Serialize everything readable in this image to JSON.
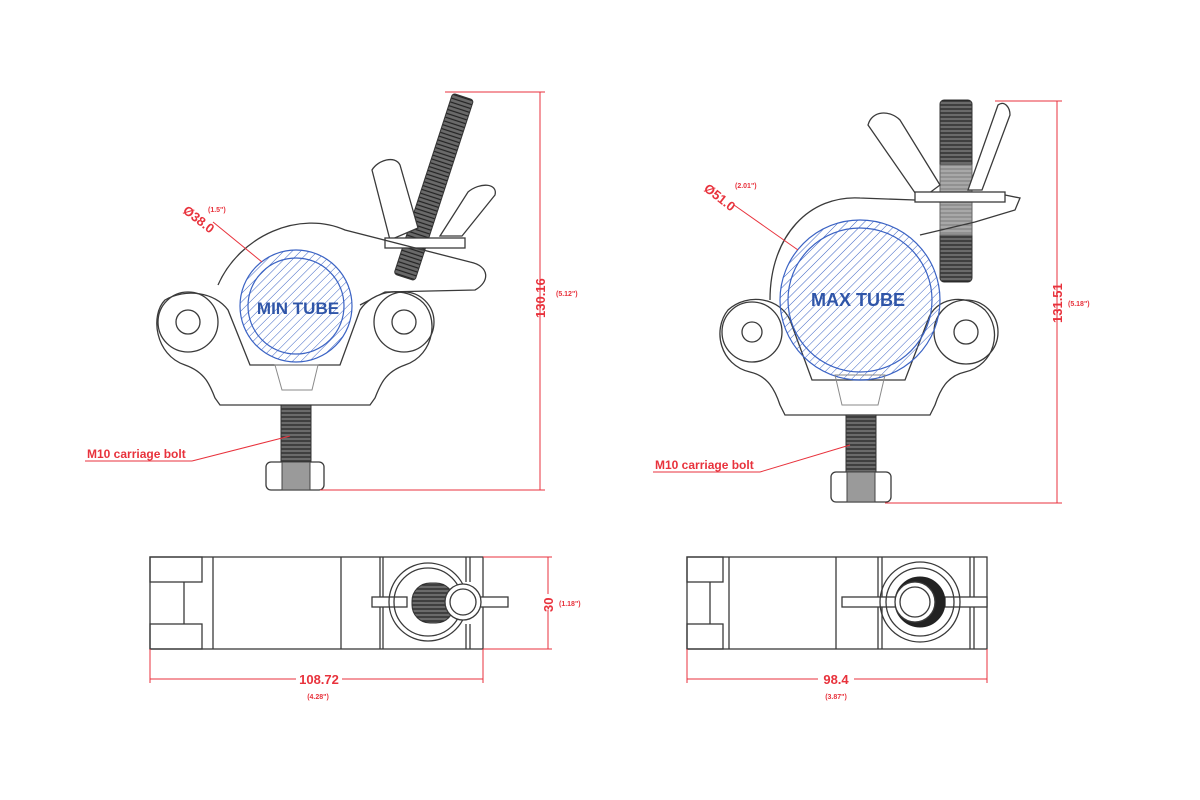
{
  "drawing": {
    "colors": {
      "dimension": "#e8323c",
      "tube": "#3b63c4",
      "tube_text": "#2f55a8",
      "line": "#3a3a3a"
    },
    "left_view": {
      "tube_label": "MIN TUBE",
      "diameter_mm": "Ø38.0",
      "diameter_in": "(1.5\")",
      "height_mm": "130.16",
      "height_in": "(5.12\")",
      "bolt_label": "M10 carriage bolt"
    },
    "right_view": {
      "tube_label": "MAX TUBE",
      "diameter_mm": "Ø51.0",
      "diameter_in": "(2.01\")",
      "height_mm": "131.51",
      "height_in": "(5.18\")",
      "bolt_label": "M10 carriage bolt"
    },
    "left_top_view": {
      "width_mm": "108.72",
      "width_in": "(4.28\")",
      "depth_mm": "30",
      "depth_in": "(1.18\")"
    },
    "right_top_view": {
      "width_mm": "98.4",
      "width_in": "(3.87\")"
    }
  }
}
